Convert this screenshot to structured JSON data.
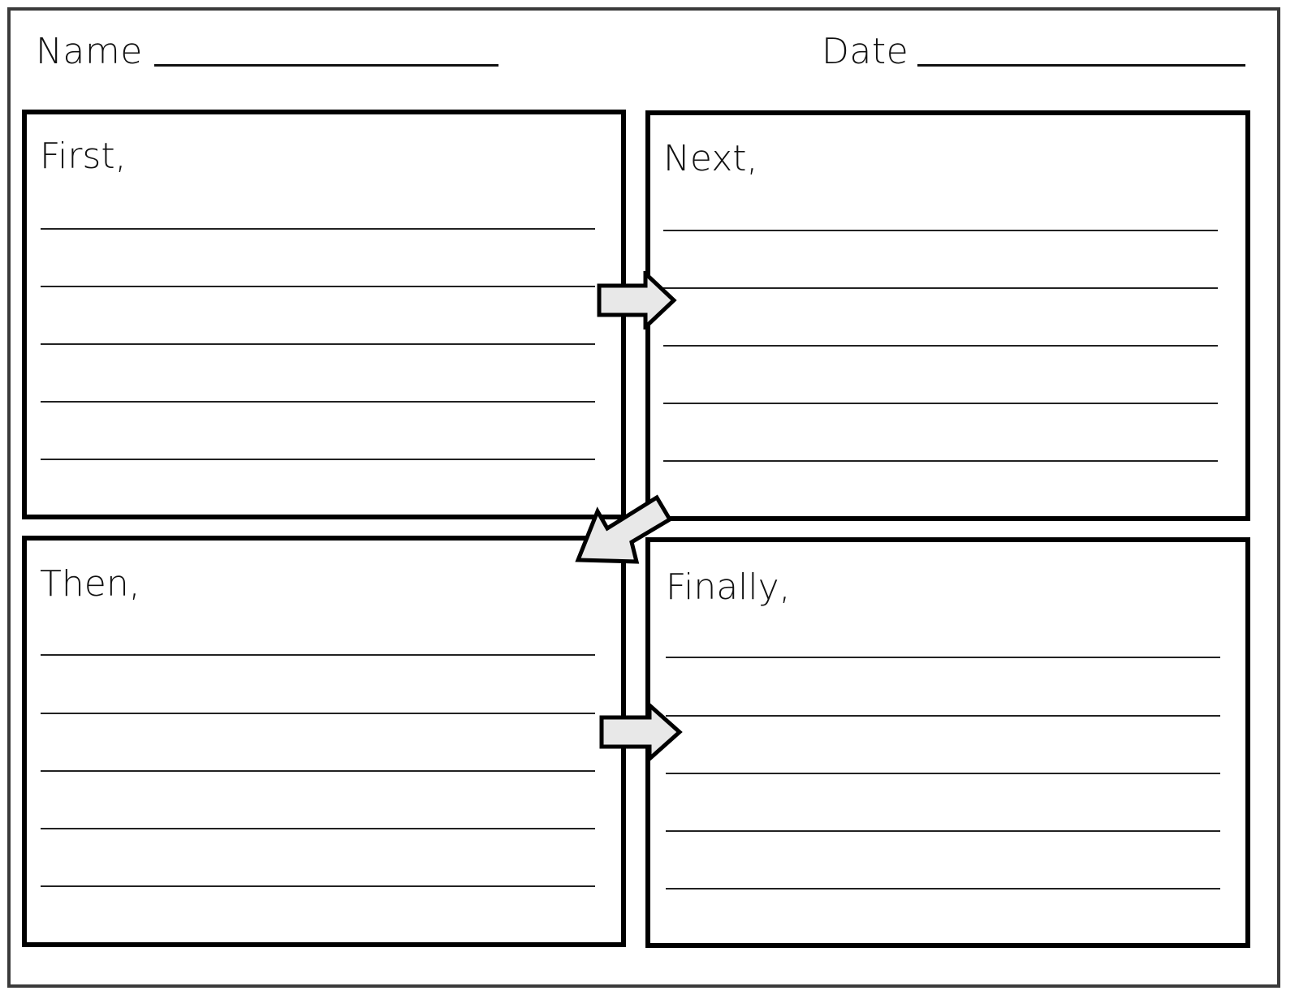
{
  "worksheet": {
    "header": {
      "name_label": "Name",
      "date_label": "Date"
    },
    "boxes": [
      {
        "id": "first",
        "title": "First,",
        "writing_lines": 5
      },
      {
        "id": "next",
        "title": "Next,",
        "writing_lines": 5
      },
      {
        "id": "then",
        "title": "Then,",
        "writing_lines": 5
      },
      {
        "id": "finally",
        "title": "Finally,",
        "writing_lines": 5
      }
    ],
    "arrows": [
      {
        "from": "first",
        "to": "next",
        "direction": "right"
      },
      {
        "from": "next",
        "to": "then",
        "direction": "down-left"
      },
      {
        "from": "then",
        "to": "finally",
        "direction": "right"
      }
    ],
    "colors": {
      "border": "#000000",
      "frame": "#3a3a3a",
      "arrow_fill": "#e8e8e8"
    }
  }
}
